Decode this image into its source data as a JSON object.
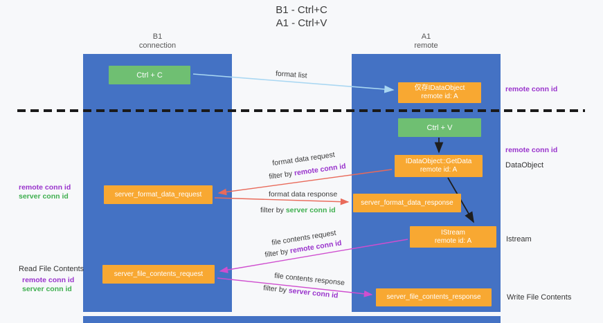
{
  "title": {
    "line1": "B1 - Ctrl+C",
    "line2": "A1 - Ctrl+V"
  },
  "lifelines": {
    "left": {
      "name": "B1",
      "role": "connection"
    },
    "right": {
      "name": "A1",
      "role": "remote"
    }
  },
  "boxes": {
    "ctrl_c": {
      "label": "Ctrl + C"
    },
    "ctrl_v": {
      "label": "Ctrl + V"
    },
    "proxy_idataobject": {
      "line1": "仅存IDataObject",
      "line2": "remote id: A"
    },
    "getdata": {
      "line1": "IDataObject::GetData",
      "line2": "remote id: A"
    },
    "istream": {
      "line1": "IStream",
      "line2": "remote id: A"
    },
    "server_format_data_request": {
      "label": "server_format_data_request"
    },
    "server_format_data_response": {
      "label": "server_format_data_response"
    },
    "server_file_contents_request": {
      "label": "server_file_contents_request"
    },
    "server_file_contents_response": {
      "label": "server_file_contents_response"
    }
  },
  "arrow_labels": {
    "format_list": "format list",
    "format_data_request": "format data request",
    "format_data_response": "format data response",
    "file_contents_request": "file contents request",
    "file_contents_response": "file contents response",
    "filter_by": "filter by",
    "remote_conn_id": "remote conn id",
    "server_conn_id": "server conn id"
  },
  "side_labels": {
    "remote_conn_id": "remote conn id",
    "server_conn_id": "server conn id",
    "dataobject": "DataObject",
    "istream": "Istream",
    "read_file_contents": "Read File Contents",
    "write_file_contents": "Write File Contents"
  },
  "colors": {
    "lifeline_blue": "#4472c4",
    "box_green": "#6fbf72",
    "box_orange": "#f8a832",
    "purple_text": "#9933cc",
    "green_text": "#3faf4f",
    "arrow_blue": "#a9d7f2",
    "arrow_red": "#e96a5a",
    "arrow_magenta": "#cf4ecf"
  }
}
